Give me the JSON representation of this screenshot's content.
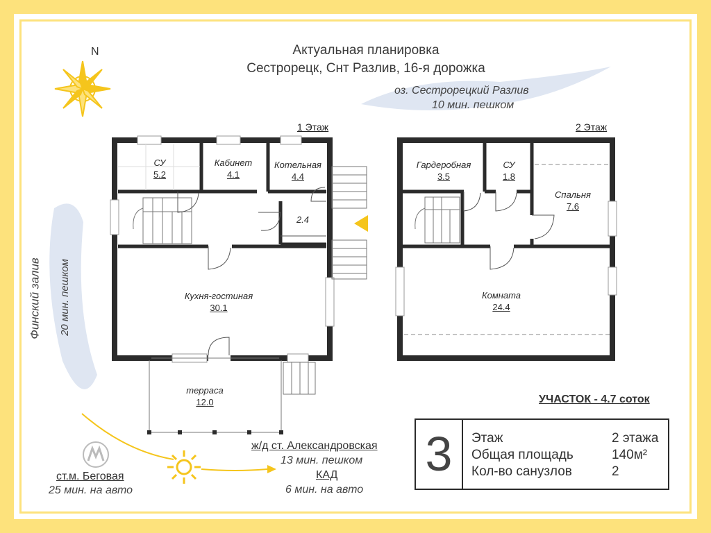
{
  "title": {
    "line1": "Актуальная планировка",
    "line2": "Сестрорецк, Снт Разлив, 16-я дорожка"
  },
  "compass": {
    "label": "N"
  },
  "lake": {
    "name": "оз. Сестрорецкий Разлив",
    "time": "10 мин. пешком"
  },
  "gulf": {
    "name": "Финский залив",
    "time": "20 мин. пешком"
  },
  "floor1": {
    "label": "1 Этаж",
    "rooms": [
      {
        "name": "СУ",
        "area": "5.2"
      },
      {
        "name": "Кабинет",
        "area": "4.1"
      },
      {
        "name": "Котельная",
        "area": "4.4"
      },
      {
        "name": "",
        "area": "2.4"
      },
      {
        "name": "Кухня-гостиная",
        "area": "30.1"
      },
      {
        "name": "терраса",
        "area": "12.0"
      }
    ]
  },
  "floor2": {
    "label": "2 Этаж",
    "rooms": [
      {
        "name": "Гардеробная",
        "area": "3.5"
      },
      {
        "name": "СУ",
        "area": "1.8"
      },
      {
        "name": "Спальня",
        "area": "7.6"
      },
      {
        "name": "Комната",
        "area": "24.4"
      }
    ]
  },
  "plot": {
    "label": "УЧАСТОК - 4.7 соток"
  },
  "info": {
    "big_number": "3",
    "rows": [
      {
        "label": "Этаж",
        "value": "2 этажа"
      },
      {
        "label": "Общая площадь",
        "value": "140м²"
      },
      {
        "label": "Кол-во санузлов",
        "value": "2"
      }
    ]
  },
  "transport": {
    "metro_icon_label": "M",
    "metro_station": "ст.м. Беговая",
    "metro_time": "25 мин. на авто",
    "rail_station": "ж/д ст. Александровская",
    "rail_time": "13 мин. пешком",
    "kad": "КАД",
    "kad_time": "6 мин. на авто"
  },
  "colors": {
    "frame": "#fde27c",
    "sun": "#f5c51c",
    "wall": "#2b2b2b",
    "water": "#c7d4e8"
  }
}
